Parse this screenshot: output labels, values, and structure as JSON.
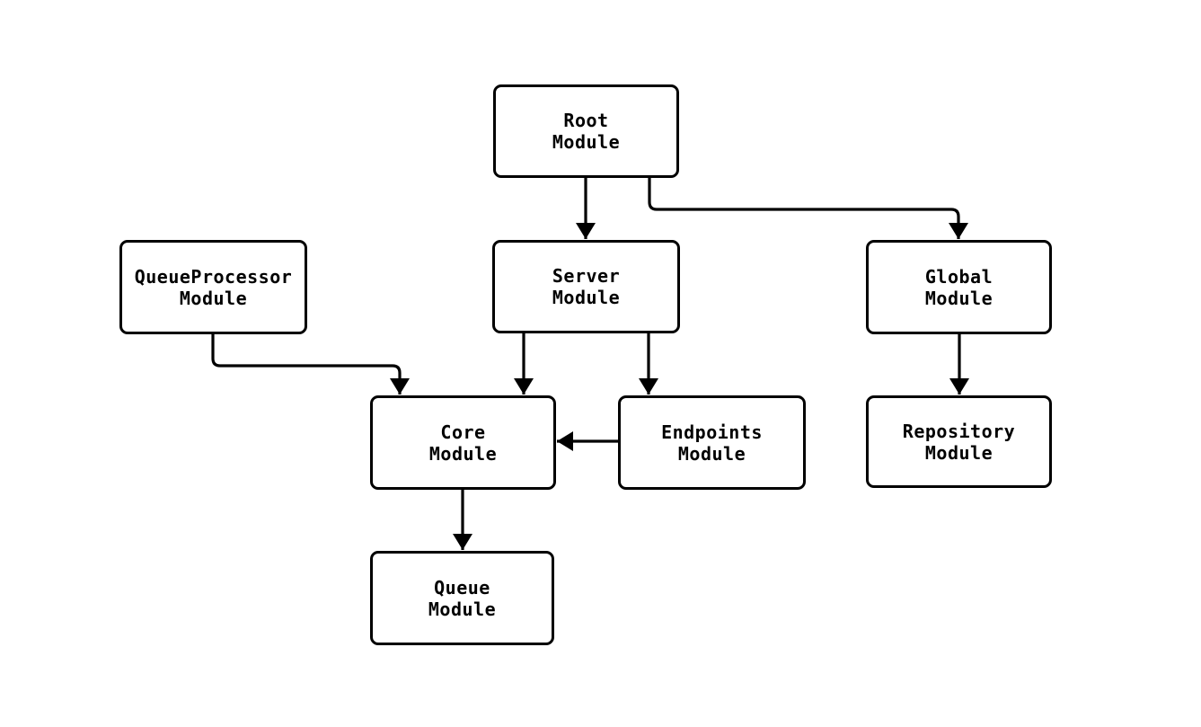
{
  "diagram": {
    "type": "flowchart",
    "colors": {
      "background": "#ffffff",
      "node_fill": "#ffffff",
      "stroke": "#000000",
      "text": "#000000"
    },
    "nodes": {
      "root": {
        "line1": "Root",
        "line2": "Module"
      },
      "server": {
        "line1": "Server",
        "line2": "Module"
      },
      "global": {
        "line1": "Global",
        "line2": "Module"
      },
      "queue_processor": {
        "line1": "QueueProcessor",
        "line2": "Module"
      },
      "core": {
        "line1": "Core",
        "line2": "Module"
      },
      "endpoints": {
        "line1": "Endpoints",
        "line2": "Module"
      },
      "repository": {
        "line1": "Repository",
        "line2": "Module"
      },
      "queue": {
        "line1": "Queue",
        "line2": "Module"
      }
    },
    "edges": [
      {
        "from": "Root Module",
        "to": "Server Module"
      },
      {
        "from": "Root Module",
        "to": "Global Module"
      },
      {
        "from": "QueueProcessor Module",
        "to": "Core Module"
      },
      {
        "from": "Server Module",
        "to": "Core Module"
      },
      {
        "from": "Server Module",
        "to": "Endpoints Module"
      },
      {
        "from": "Endpoints Module",
        "to": "Core Module"
      },
      {
        "from": "Global Module",
        "to": "Repository Module"
      },
      {
        "from": "Core Module",
        "to": "Queue Module"
      }
    ]
  }
}
